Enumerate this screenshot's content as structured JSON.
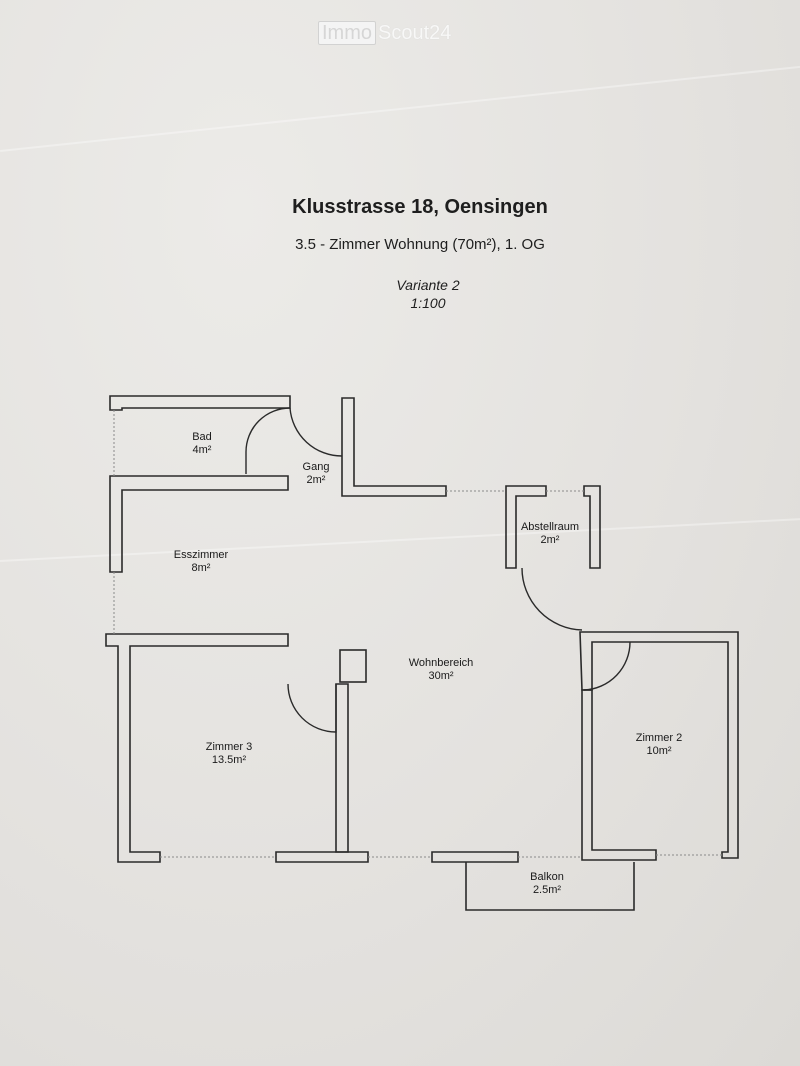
{
  "watermark": {
    "box_text": "Immo",
    "rest_text": "Scout24"
  },
  "header": {
    "title": "Klusstrasse 18, Oensingen",
    "subtitle": "3.5 - Zimmer Wohnung (70m²), 1. OG",
    "variant": "Variante 2",
    "scale": "1:100"
  },
  "rooms": [
    {
      "id": "bad",
      "name": "Bad",
      "area": "4m²"
    },
    {
      "id": "gang",
      "name": "Gang",
      "area": "2m²"
    },
    {
      "id": "esszimmer",
      "name": "Esszimmer",
      "area": "8m²"
    },
    {
      "id": "abstellraum",
      "name": "Abstellraum",
      "area": "2m²"
    },
    {
      "id": "wohnbereich",
      "name": "Wohnbereich",
      "area": "30m²"
    },
    {
      "id": "zimmer3",
      "name": "Zimmer 3",
      "area": "13.5m²"
    },
    {
      "id": "zimmer2",
      "name": "Zimmer 2",
      "area": "10m²"
    },
    {
      "id": "balkon",
      "name": "Balkon",
      "area": "2.5m²"
    }
  ],
  "colors": {
    "wall": "#2a2a2a",
    "paper": "#e6e4e1",
    "window": "#8a8a8a"
  }
}
